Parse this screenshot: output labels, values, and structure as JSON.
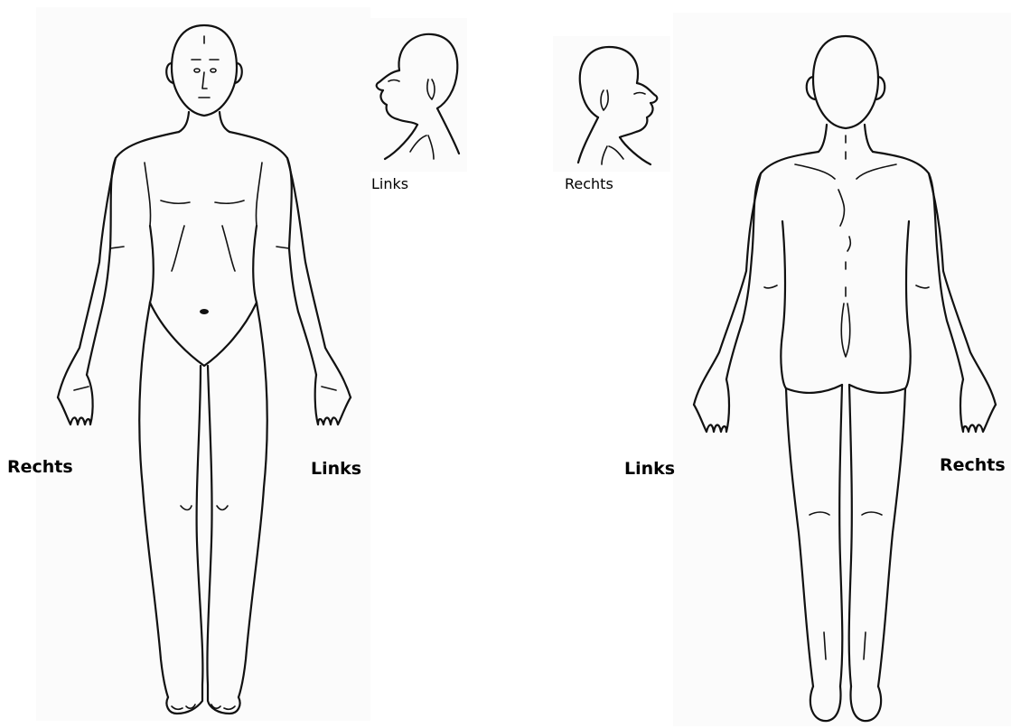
{
  "labels": {
    "front_right": "Rechts",
    "front_left": "Links",
    "back_left": "Links",
    "back_right": "Rechts",
    "head_left": "Links",
    "head_right": "Rechts"
  },
  "colors": {
    "background": "#ffffff",
    "panel": "#fbfbfb",
    "ink": "#111111"
  }
}
